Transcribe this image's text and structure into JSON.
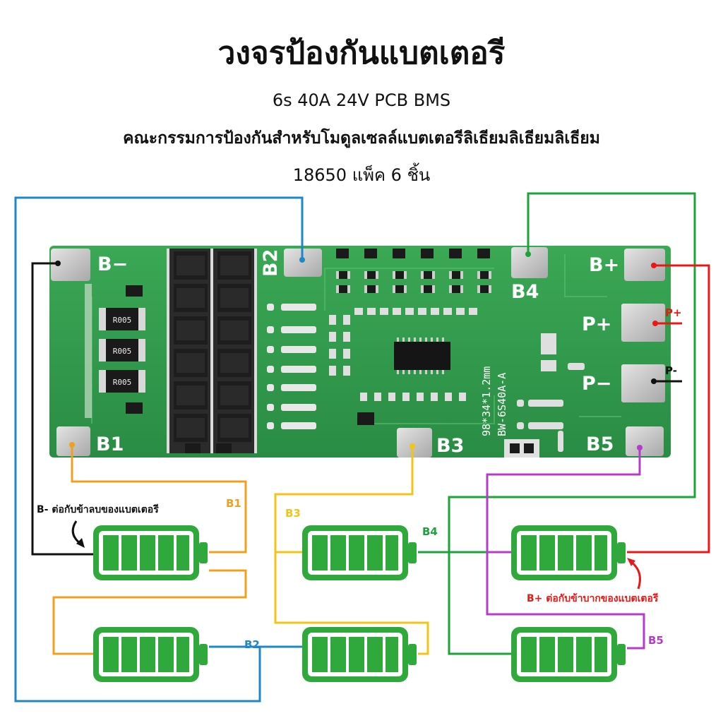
{
  "header": {
    "title": "วงจรป้องกันแบตเตอรี",
    "subtitle_model": "6s 40A 24V PCB BMS",
    "subtitle_desc": "คณะกรรมการป้องกันสำหรับโมดูลเซลล์แบตเตอรีลิเธียมลิเธียมลิเธียม",
    "subtitle_pack": "18650 แพ็ค 6 ชิ้น"
  },
  "board": {
    "pads": {
      "b_minus": "B−",
      "b1": "B1",
      "b2": "B2",
      "b3": "B3",
      "b4": "B4",
      "b5": "B5",
      "b_plus": "B+",
      "p_plus": "P+",
      "p_minus": "P−"
    },
    "resistors": [
      "R005",
      "R005",
      "R005"
    ],
    "model_code": "BW-6S40A-A",
    "size_code": "98*34*1.2mm"
  },
  "wires": {
    "p_plus": "P+",
    "p_minus": "P-",
    "b1": "B1",
    "b2": "B2",
    "b3": "B3",
    "b4": "B4",
    "b5": "B5"
  },
  "notes": {
    "neg": "B- ต่อกับข้าลบของแบตเตอรี",
    "pos": "B+ ต่อกับข้าบากของแบตเตอรี"
  },
  "colors": {
    "board": "#2e9a4a",
    "b_minus_wire": "#111111",
    "b1_wire": "#f0a020",
    "b2_wire": "#1f87c8",
    "b3_wire": "#f2c418",
    "b4_wire": "#1ea23a",
    "b5_wire": "#b43cc8",
    "b_plus_wire": "#e81818",
    "battery": "#2fa83c"
  }
}
